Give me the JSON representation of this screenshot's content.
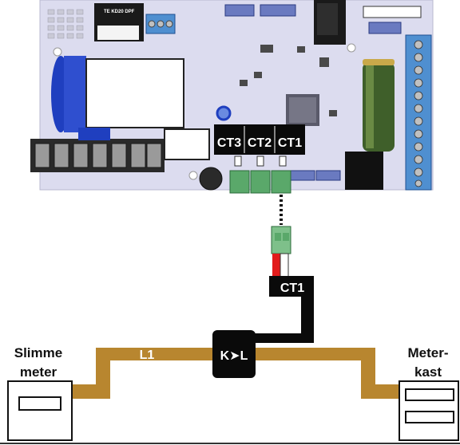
{
  "pcb": {
    "relay_text": "TE KD20 DPF",
    "ct_labels": [
      "CT3",
      "CT2",
      "CT1"
    ]
  },
  "cable": {
    "ct_label": "CT1",
    "line_label": "L1",
    "direction_label": "K➤L"
  },
  "meters": {
    "left_label_line1": "Slimme",
    "left_label_line2": "meter",
    "right_label_line1": "Meter-",
    "right_label_line2": "kast"
  },
  "colors": {
    "board": "#dcdcef",
    "wire": "#b8862f",
    "clamp": "#0a0a0a",
    "terminal_green": "#5aa86a",
    "terminal_blue": "#4f8fd0",
    "capacitor": "#3f5f2a",
    "coil_blue": "#1f3fbf",
    "plug_red": "#e21b1b"
  }
}
